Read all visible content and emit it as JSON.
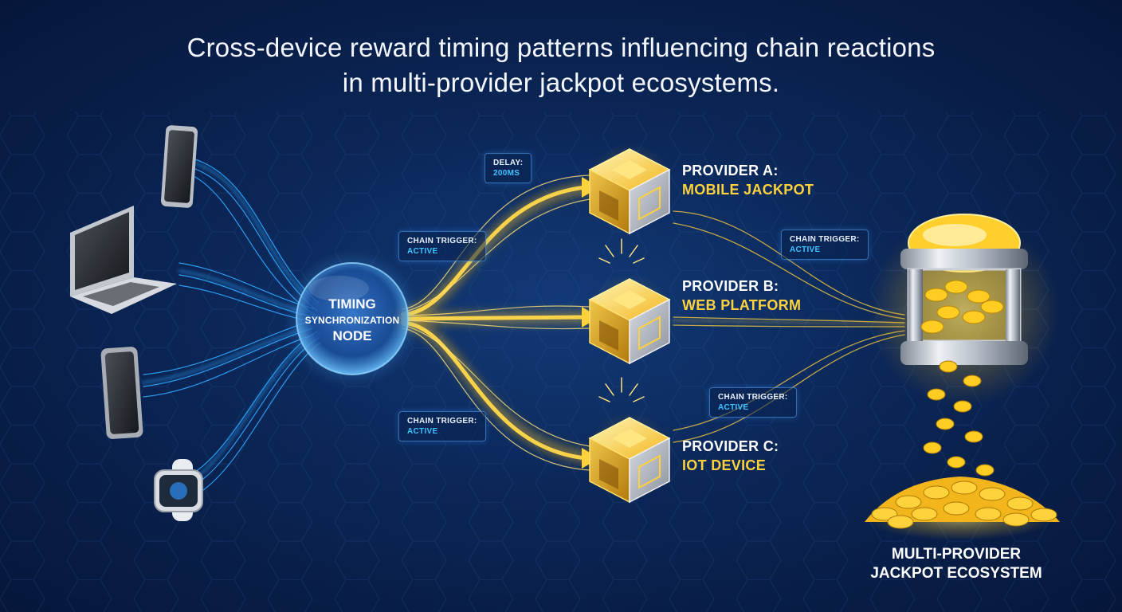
{
  "title": {
    "line1": "Cross-device reward timing patterns influencing chain reactions",
    "line2": "in multi-provider jackpot ecosystems."
  },
  "devices": [
    {
      "name": "smartphone-top",
      "icon": "smartphone-icon"
    },
    {
      "name": "laptop",
      "icon": "laptop-icon"
    },
    {
      "name": "smartphone-bottom",
      "icon": "smartphone-icon"
    },
    {
      "name": "smartwatch",
      "icon": "smartwatch-icon"
    }
  ],
  "sync_node": {
    "line1": "TIMING",
    "line2": "SYNCHRONIZATION",
    "line3": "NODE"
  },
  "badges": {
    "delay": {
      "label": "DELAY:",
      "value": "200MS"
    },
    "trigger_upper": {
      "label": "CHAIN TRIGGER:",
      "value": "ACTIVE"
    },
    "trigger_lower": {
      "label": "CHAIN TRIGGER:",
      "value": "ACTIVE"
    },
    "trigger_right_top": {
      "label": "CHAIN TRIGGER:",
      "value": "ACTIVE"
    },
    "trigger_right_bottom": {
      "label": "CHAIN TRIGGER:",
      "value": "ACTIVE"
    }
  },
  "providers": [
    {
      "name": "PROVIDER A:",
      "type": "MOBILE JACKPOT"
    },
    {
      "name": "PROVIDER B:",
      "type": "WEB PLATFORM"
    },
    {
      "name": "PROVIDER C:",
      "type": "IOT DEVICE"
    }
  ],
  "ecosystem": {
    "line1": "MULTI-PROVIDER",
    "line2": "JACKPOT ECOSYSTEM"
  },
  "colors": {
    "background": "#0b2656",
    "gold": "#ffd23c",
    "cyan": "#3fc3ff",
    "blue_stream": "#2fa8ff"
  }
}
